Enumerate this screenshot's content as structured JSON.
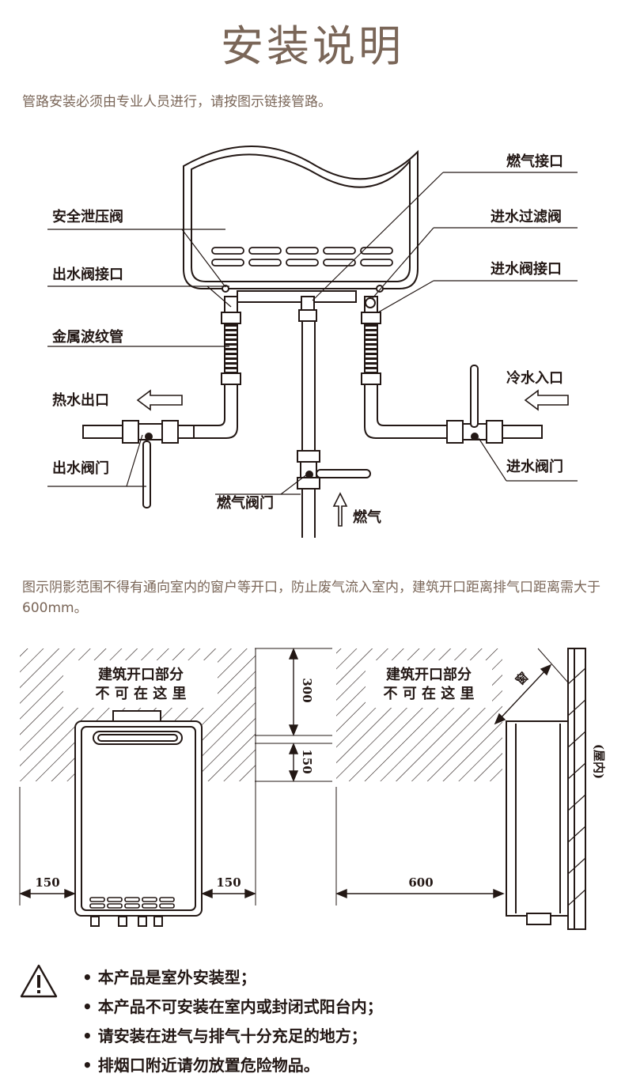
{
  "title": "安装说明",
  "intro": "管路安装必须由专业人员进行，请按图示链接管路。",
  "pipe_labels": {
    "safety_valve": "安全泄压阀",
    "outlet_valve_port": "出水阀接口",
    "metal_hose": "金属波纹管",
    "hot_water_out": "热水出口",
    "outlet_valve": "出水阀门",
    "gas_port": "燃气接口",
    "inlet_filter_valve": "进水过滤阀",
    "inlet_valve_port": "进水阀接口",
    "cold_water_in": "冷水入口",
    "inlet_valve": "进水阀门",
    "gas_valve": "燃气阀门",
    "gas": "燃气"
  },
  "clearance_note": "图示阴影范围不得有通向室内的窗户等开口，防止废气流入室内，建筑开口距离排气口距离需大于600mm。",
  "clearance": {
    "no_opening_line1": "建筑开口部分",
    "no_opening_line2": "不 可 在 这 里",
    "dim_top": "300",
    "dim_below": "150",
    "dim_left": "150",
    "dim_right": "150",
    "dim_side": "600",
    "window": "窗",
    "indoor": "(屋内)"
  },
  "warnings": [
    "本产品是室外安装型；",
    "本产品不可安装在室内或封闭式阳台内；",
    "请安装在进气与排气十分充足的地方；",
    "排烟口附近请勿放置危险物品。"
  ]
}
